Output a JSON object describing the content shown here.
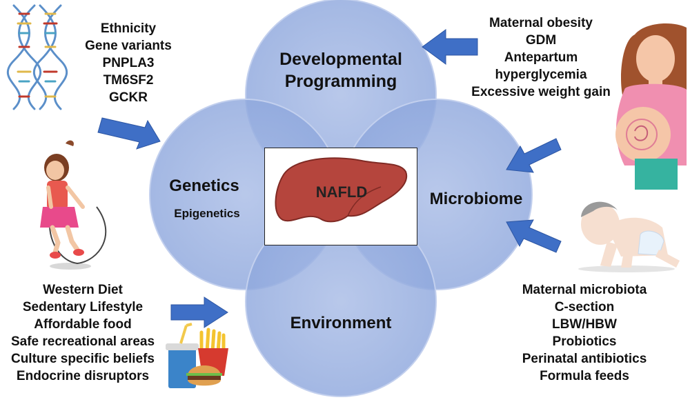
{
  "circles": {
    "developmental": {
      "label_line1": "Developmental",
      "label_line2": "Programming"
    },
    "genetics": {
      "label": "Genetics",
      "sublabel": "Epigenetics"
    },
    "microbiome": {
      "label": "Microbiome"
    },
    "environment": {
      "label": "Environment"
    }
  },
  "center": {
    "label": "NAFLD"
  },
  "genetic_factors": [
    "Ethnicity",
    "Gene variants",
    "PNPLA3",
    "TM6SF2",
    "GCKR"
  ],
  "maternal_factors": [
    "Maternal obesity",
    "GDM",
    "Antepartum",
    "hyperglycemia",
    "Excessive weight gain"
  ],
  "environment_factors": [
    "Western Diet",
    "Sedentary Lifestyle",
    "Affordable food",
    "Safe recreational areas",
    "Culture specific beliefs",
    "Endocrine disruptors"
  ],
  "infant_factors": [
    "Maternal microbiota",
    "C-section",
    "LBW/HBW",
    "Probiotics",
    "Perinatal antibiotics",
    "Formula feeds"
  ],
  "colors": {
    "circle_fill": "#8ea6dc",
    "circle_stroke": "#b9c8ea",
    "arrow": "#3f6fc6",
    "liver": "#b5453d"
  },
  "icons": [
    "dna-helix-icon",
    "jump-rope-girl-icon",
    "pregnant-woman-icon",
    "crawling-baby-icon",
    "fast-food-icon",
    "liver-icon"
  ]
}
